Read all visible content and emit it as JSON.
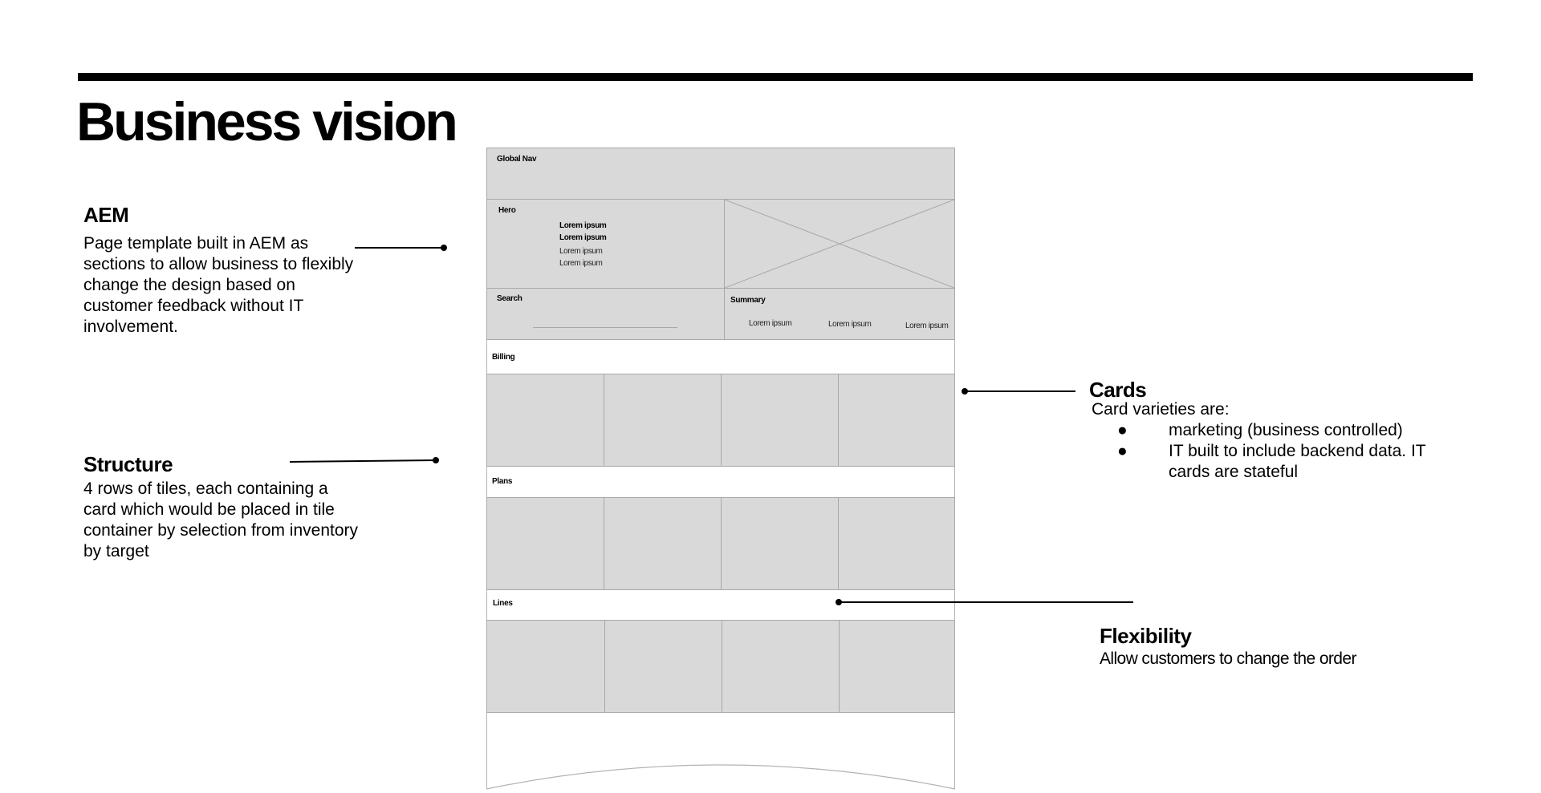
{
  "slide": {
    "title": "Business vision"
  },
  "annotations": {
    "aem": {
      "heading": "AEM",
      "body": "Page template built in AEM as sections to allow business to flexibly change the design based on customer feedback without IT involvement."
    },
    "structure": {
      "heading": "Structure",
      "body": "4 rows of tiles, each containing a card which would be placed in tile container by selection from inventory by target"
    },
    "cards": {
      "heading": "Cards",
      "intro": "Card varieties are:",
      "bullets": [
        "marketing (business controlled)",
        "IT built to include backend data. IT cards are stateful"
      ]
    },
    "flexibility": {
      "heading": "Flexibility",
      "body": "Allow customers to change the order"
    }
  },
  "wireframe": {
    "global_nav": "Global Nav",
    "hero": {
      "label": "Hero",
      "lines": [
        "Lorem ipsum",
        "Lorem ipsum",
        "Lorem ipsum",
        "Lorem ipsum"
      ]
    },
    "search": {
      "label": "Search"
    },
    "summary": {
      "label": "Summary",
      "items": [
        "Lorem ipsum",
        "Lorem ipsum",
        "Lorem ipsum"
      ]
    },
    "sections": [
      {
        "label": "Billing",
        "tiles": 4
      },
      {
        "label": "Plans",
        "tiles": 4
      },
      {
        "label": "Lines",
        "tiles": 4
      }
    ]
  }
}
